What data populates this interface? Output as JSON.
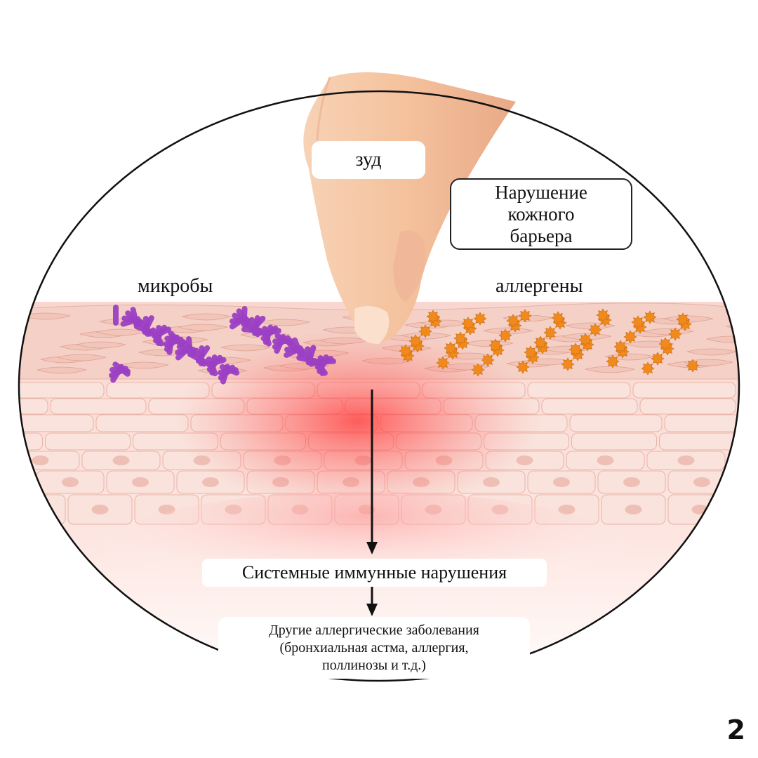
{
  "labels": {
    "itch": "зуд",
    "barrier": "Нарушение\nкожного\nбарьера",
    "microbes": "микробы",
    "allergens": "аллергены",
    "systemic": "Системные иммунные нарушения",
    "other_diseases": "Другие аллергические заболевания\n(бронхиальная астма, аллергия,\nполлинозы и т.д.)"
  },
  "page_number": "2",
  "colors": {
    "skin": "#f3c9bf",
    "skin_light": "#f9e3dc",
    "inflammation": "#ff4a4a",
    "microbes": "#9b3fc4",
    "allergens": "#f08a1c",
    "finger": "#f3c4a0",
    "arrow": "#111111",
    "ellipse_outline": "#111111"
  },
  "icons": [
    "finger-icon",
    "microbe-icon",
    "allergen-icon",
    "arrow-icon"
  ]
}
